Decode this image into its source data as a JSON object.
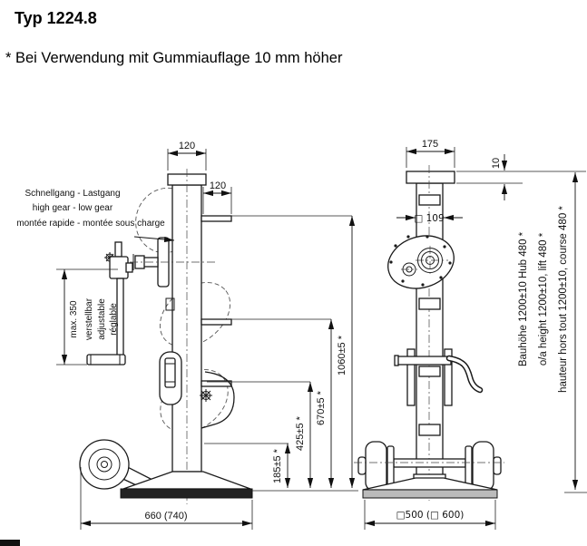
{
  "title": "Typ 1224.8",
  "note": "* Bei Verwendung mit Gummiauflage 10 mm höher",
  "left_view": {
    "labels": {
      "gear_de": "Schnellgang - Lastgang",
      "gear_en": "high gear - low gear",
      "gear_fr": "montée rapide - montée sous charge",
      "adjust_max": "max. 350",
      "adjust_de": "verstellbar",
      "adjust_en": "adjustable",
      "adjust_fr": "réglable"
    },
    "dims": {
      "plate_width": "120",
      "bracket_offset": "120",
      "height_185": "185±5  *",
      "height_425": "425±5  *",
      "height_670": "670±5  *",
      "height_1060": "1060±5  *",
      "base_length": "660 (740)"
    }
  },
  "right_view": {
    "dims": {
      "plate_width": "175",
      "plate_thickness": "10",
      "tube_size": "□ 109",
      "base_width": "□500 (□ 600)"
    },
    "height_labels": {
      "de": "Bauhöhe 1200±10  Hub 480  *",
      "en": "o/a height 1200±10, lift 480  *",
      "fr": "hauteur hors tout 1200±10,  course 480  *"
    }
  }
}
